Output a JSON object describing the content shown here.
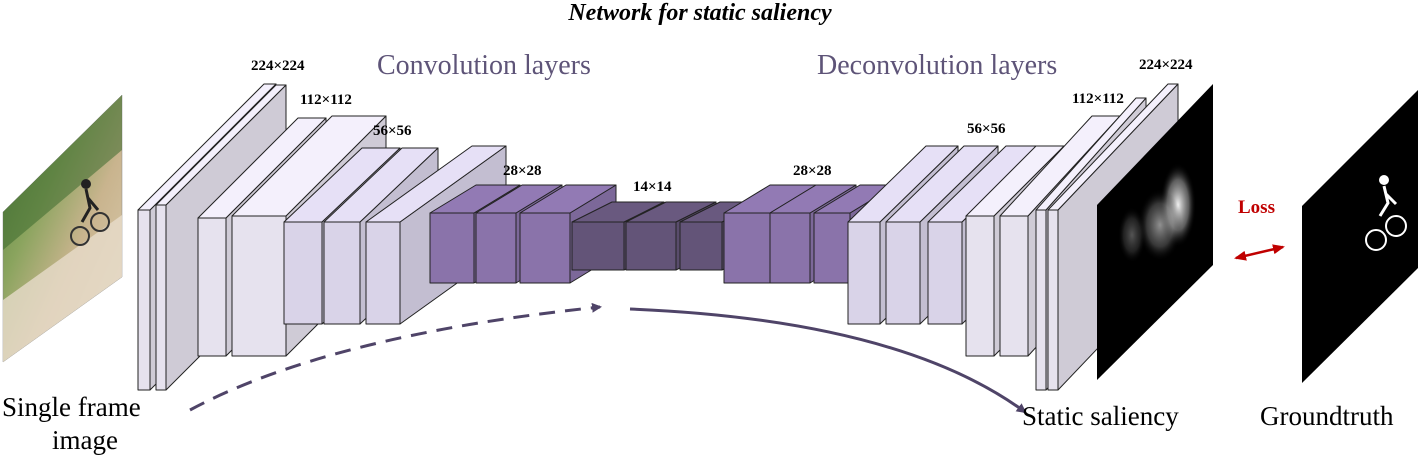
{
  "title": "Network for static saliency",
  "sections": {
    "conv": "Convolution layers",
    "deconv": "Deconvolution layers"
  },
  "sizes": {
    "s224_left": "224×224",
    "s112_left": "112×112",
    "s56_left": "56×56",
    "s28_left": "28×28",
    "s14": "14×14",
    "s28_right": "28×28",
    "s56_right": "56×56",
    "s112_right": "112×112",
    "s224_right": "224×224"
  },
  "labels": {
    "input_line1": "Single frame",
    "input_line2": "image",
    "output": "Static saliency",
    "groundtruth": "Groundtruth",
    "loss": "Loss"
  },
  "colors": {
    "pale_layer": "#e6e2ee",
    "light_layer": "#d9d3e8",
    "mid_layer": "#8a73aa",
    "dark_layer": "#635478",
    "arrow": "#4f4468",
    "loss": "#c00000",
    "section_text": "#5e5478"
  },
  "icons": {
    "input": "input-photo-icon",
    "saliency": "saliency-map-icon",
    "groundtruth": "groundtruth-mask-icon"
  }
}
